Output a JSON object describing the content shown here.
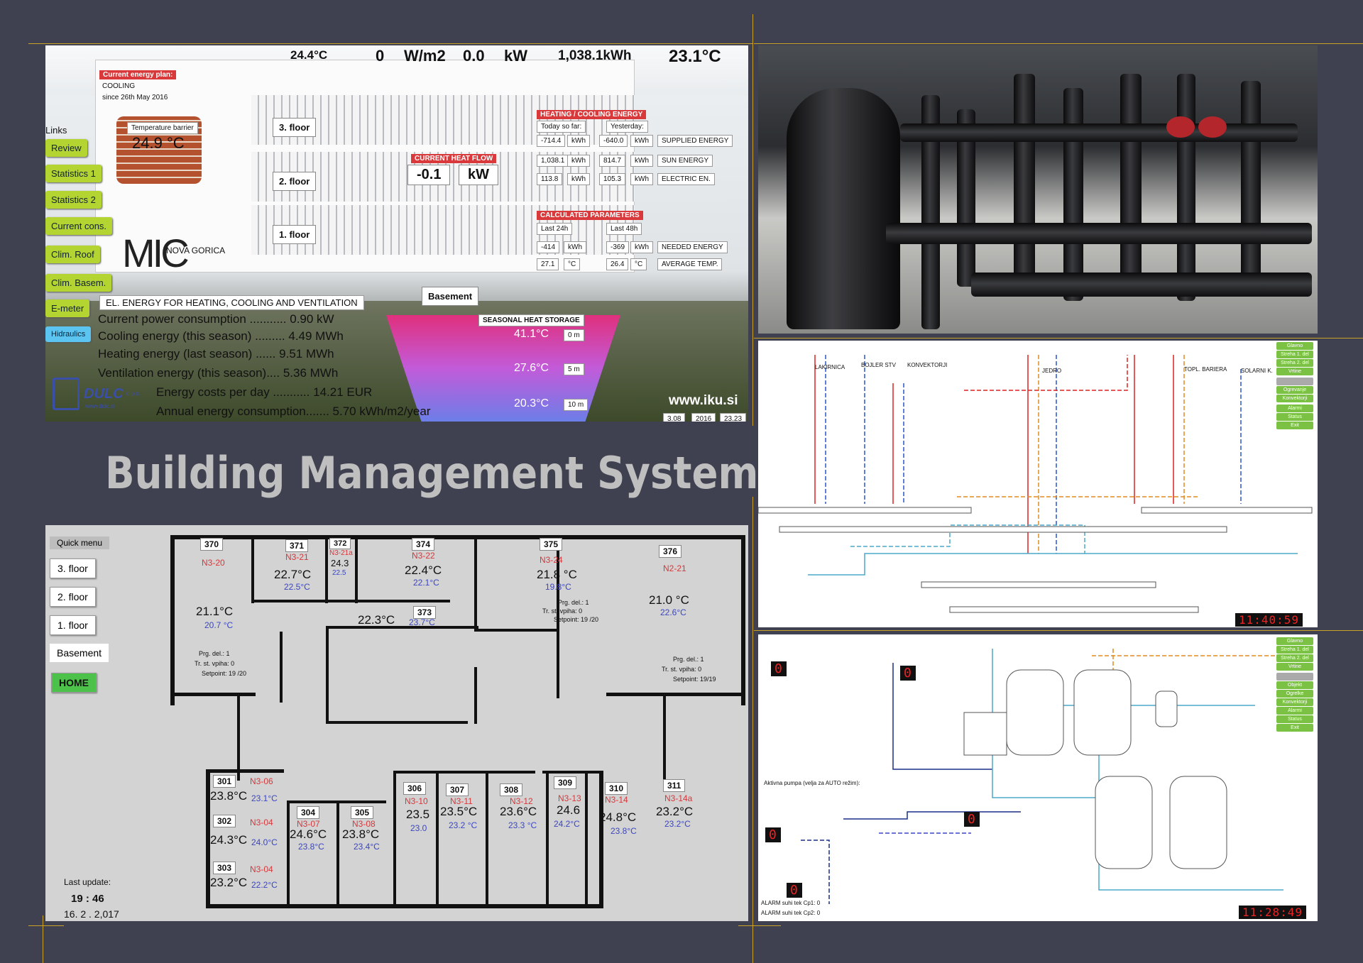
{
  "bms": {
    "top": {
      "outdoor_temp": "24.4°C",
      "irradiance": "0",
      "irradiance_unit": "W/m2",
      "power": "0.0",
      "power_unit": "kW",
      "energy": "1,038.1kWh",
      "indoor_temp": "23.1°C"
    },
    "plan_label": "Current energy plan:",
    "plan_mode": "COOLING",
    "plan_since": "since 26th May 2016",
    "barrier_label": "Temperature barrier",
    "barrier_value": "24.9",
    "barrier_unit": "°C",
    "links_title": "Links",
    "links": [
      "Review",
      "Statistics 1",
      "Statistics 2",
      "Current cons.",
      "Clim. Roof",
      "Clim. Basem.",
      "E-meter",
      "Hidraulics"
    ],
    "floors": [
      "3. floor",
      "2. floor",
      "1. floor",
      "Basement"
    ],
    "heat_flow_label": "CURRENT HEAT FLOW",
    "heat_flow_value": "-0.1",
    "heat_flow_unit": "kW",
    "hc_title": "HEATING / COOLING ENERGY",
    "today_label": "Today so far:",
    "yesterday_label": "Yesterday:",
    "hc_rows": [
      {
        "t": "-714.4",
        "tu": "kWh",
        "y": "-640.0",
        "yu": "kWh",
        "lbl": "SUPPLIED ENERGY"
      },
      {
        "t": "1,038.1",
        "tu": "kWh",
        "y": "814.7",
        "yu": "kWh",
        "lbl": "SUN ENERGY"
      },
      {
        "t": "113.8",
        "tu": "kWh",
        "y": "105.3",
        "yu": "kWh",
        "lbl": "ELECTRIC EN."
      }
    ],
    "calc_title": "CALCULATED PARAMETERS",
    "last24": "Last 24h",
    "last48": "Last 48h",
    "calc_rows": [
      {
        "a": "-414",
        "au": "kWh",
        "b": "-369",
        "bu": "kWh",
        "lbl": "NEEDED ENERGY"
      },
      {
        "a": "27.1",
        "au": "°C",
        "b": "26.4",
        "bu": "°C",
        "lbl": "AVERAGE TEMP."
      }
    ],
    "brand": "MIC",
    "brand_sub": "NOVA GORICA",
    "el_title": "EL. ENERGY FOR HEATING, COOLING AND VENTILATION",
    "stats": [
      {
        "l": "Current power consumption",
        "v": "0.90 kW"
      },
      {
        "l": "Cooling energy (this season)",
        "v": "4.49 MWh"
      },
      {
        "l": "Heating energy (last season)",
        "v": "9.51 MWh"
      },
      {
        "l": "Ventilation energy (this season)",
        "v": "5.36 MWh"
      },
      {
        "l": "Energy costs per day",
        "v": "14.21 EUR"
      },
      {
        "l": "Annual energy consumption",
        "v": "5.70 kWh/m2/year"
      }
    ],
    "storage_title": "SEASONAL HEAT STORAGE",
    "storage": [
      {
        "t": "41.1°C",
        "d": "0 m"
      },
      {
        "t": "27.6°C",
        "d": "5 m"
      },
      {
        "t": "20.3°C",
        "d": "10 m"
      }
    ],
    "dulc": "DULC",
    "dulc_doo": "d.o.o.",
    "dulc_url": "www.dulc.si",
    "site": "www.iku.si",
    "date": "3.08",
    "year": "2016",
    "time": "23.23"
  },
  "title": "Building Management System",
  "schem1": {
    "clock": "11:40:59",
    "labels": [
      "LAKIRNICA",
      "BOJLER STV",
      "KONVEKTORJI",
      "JEDRO",
      "TOPL. BARIERA",
      "SOLARNI K."
    ],
    "nav": [
      "Glavno",
      "Streha 1. del",
      "Streha 2. del",
      "Vrtine",
      "",
      "Ogrevanje",
      "Konvektorji",
      "Alarmi",
      "Status",
      "Exit"
    ]
  },
  "schem2": {
    "clock": "11:28:49",
    "nav": [
      "Glavno",
      "Streha 1. del",
      "Streha 2. del",
      "Vrtine",
      "",
      "Objekt",
      "Ogrelke",
      "Konvektorji",
      "Alarmi",
      "Status",
      "Exit"
    ],
    "alarm1": "ALARM suhi tek Cp1:  0",
    "alarm2": "ALARM suhi tek Cp2:  0",
    "pump_label": "Aktivna pumpa (velja za AUTO režim):"
  },
  "plan": {
    "quick_menu": "Quick menu",
    "menu": [
      "3. floor",
      "2. floor",
      "1. floor",
      "Basement"
    ],
    "home": "HOME",
    "last_update_label": "Last update:",
    "last_time": "19 : 46",
    "last_date": "16. 2   . 2,017",
    "rooms": [
      {
        "n": "370",
        "z": "N3-20",
        "t": "21.1°C",
        "s": "20.7 °C"
      },
      {
        "n": "371",
        "z": "N3-21",
        "t": "22.7°C",
        "s": "22.5°C"
      },
      {
        "n": "372",
        "z": "N3-21a",
        "t": "24.3",
        "s": "22.5"
      },
      {
        "n": "374",
        "z": "N3-22",
        "t": "22.4°C",
        "s": "22.1°C"
      },
      {
        "n": "375",
        "z": "N3-24",
        "t": "21.8 °C",
        "s": "19.8°C"
      },
      {
        "n": "376",
        "z": "N2-21",
        "t": "21.0 °C",
        "s": "22.6°C"
      },
      {
        "n": "373",
        "z": "",
        "t": "22.3°C",
        "s": "23.7°C"
      },
      {
        "n": "301",
        "z": "N3-06",
        "t": "23.8°C",
        "s": "23.1°C"
      },
      {
        "n": "302",
        "z": "N3-04",
        "t": "24.3°C",
        "s": "24.0°C"
      },
      {
        "n": "303",
        "z": "N3-04",
        "t": "23.2°C",
        "s": "22.2°C"
      },
      {
        "n": "304",
        "z": "N3-07",
        "t": "24.6°C",
        "s": "23.8°C"
      },
      {
        "n": "305",
        "z": "N3-08",
        "t": "23.8°C",
        "s": "23.4°C"
      },
      {
        "n": "306",
        "z": "N3-10",
        "t": "23.5",
        "s": "23.0"
      },
      {
        "n": "307",
        "z": "N3-11",
        "t": "23.5°C",
        "s": "23.2 °C"
      },
      {
        "n": "308",
        "z": "N3-12",
        "t": "23.6°C",
        "s": "23.3 °C"
      },
      {
        "n": "309",
        "z": "N3-13",
        "t": "24.6",
        "s": "24.2°C"
      },
      {
        "n": "310",
        "z": "N3-14",
        "t": "24.8°C",
        "s": "23.8°C"
      },
      {
        "n": "311",
        "z": "N3-14a",
        "t": "23.2°C",
        "s": "23.2°C"
      }
    ],
    "prg": "Prg. del.:  1",
    "tr": "Tr. st. vpiha:  0",
    "sp370": "Setpoint: 19 /20",
    "sp375": "Setpoint: 19 /20",
    "sp376": "Setpoint: 19/19"
  }
}
